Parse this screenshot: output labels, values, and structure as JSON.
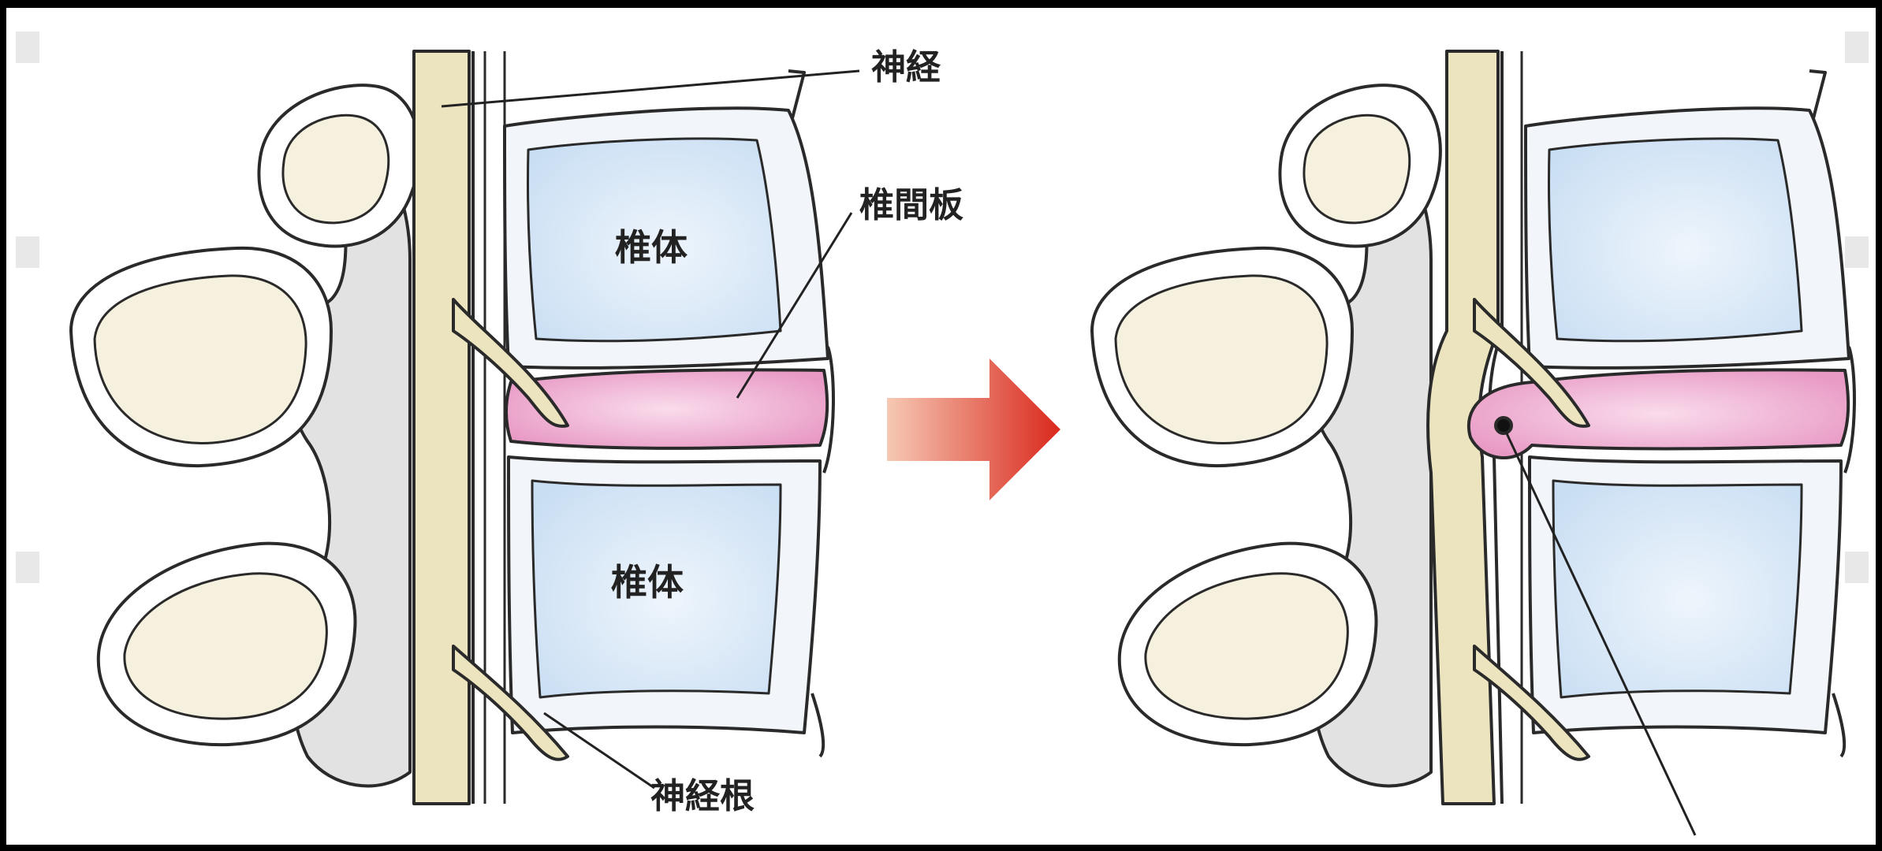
{
  "labels": {
    "nerve": "神経",
    "disc": "椎間板",
    "vertebral_body_upper": "椎体",
    "vertebral_body_lower": "椎体",
    "nerve_root": "神経根"
  },
  "colors": {
    "frame": "#000000",
    "background": "#ffffff",
    "bone_outline": "#2a2a2a",
    "bone_fill": "#f6f1de",
    "spinal_cord": "#ece4bf",
    "vertebra_inner": "#dbeaf8",
    "vertebra_shell": "#f2f6fa",
    "disc": "#f0b4d6",
    "facet_shadow": "#d9d9d9",
    "arrow_start": "#f6c9b4",
    "arrow_end": "#d9281c"
  },
  "icons": {
    "arrow": "right-arrow-icon"
  }
}
